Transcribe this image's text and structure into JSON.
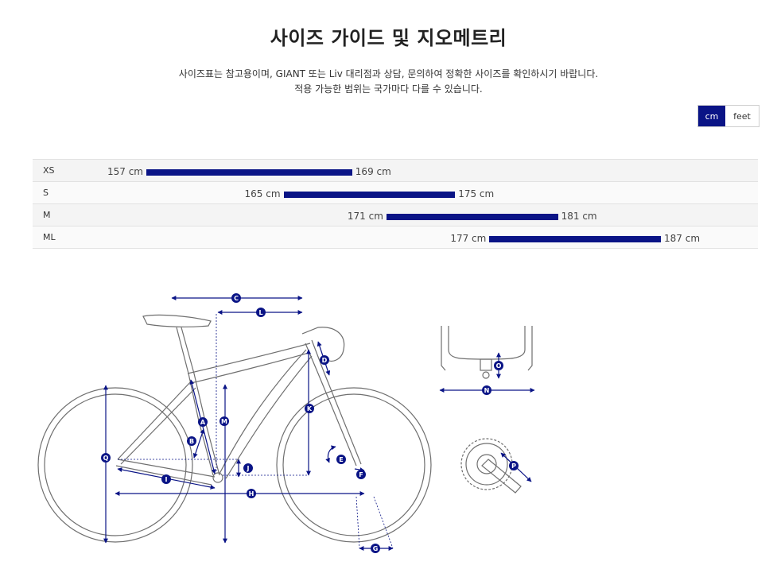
{
  "page": {
    "title": "사이즈 가이드 및 지오메트리",
    "description_line1": "사이즈표는 참고용이며, GIANT 또는 Liv 대리점과 상담, 문의하여 정확한 사이즈를 확인하시기 바랍니다.",
    "description_line2": "적용 가능한 범위는 국가마다 다를 수 있습니다."
  },
  "unit_toggle": {
    "options": [
      {
        "label": "cm",
        "selected": true
      },
      {
        "label": "feet",
        "selected": false
      }
    ]
  },
  "size_chart": {
    "rows": [
      {
        "size": "XS",
        "min": 157,
        "max": 169,
        "min_label": "157 cm",
        "max_label": "169 cm"
      },
      {
        "size": "S",
        "min": 165,
        "max": 175,
        "min_label": "165 cm",
        "max_label": "175 cm"
      },
      {
        "size": "M",
        "min": 171,
        "max": 181,
        "min_label": "171 cm",
        "max_label": "181 cm"
      },
      {
        "size": "ML",
        "min": 177,
        "max": 187,
        "min_label": "177 cm",
        "max_label": "187 cm"
      }
    ],
    "bar_color": "#0a1486"
  },
  "geometry_diagram": {
    "markers": [
      "A",
      "B",
      "C",
      "D",
      "E",
      "F",
      "G",
      "H",
      "I",
      "J",
      "K",
      "L",
      "M",
      "N",
      "O",
      "P",
      "Q"
    ],
    "accent_color": "#0a1486"
  }
}
